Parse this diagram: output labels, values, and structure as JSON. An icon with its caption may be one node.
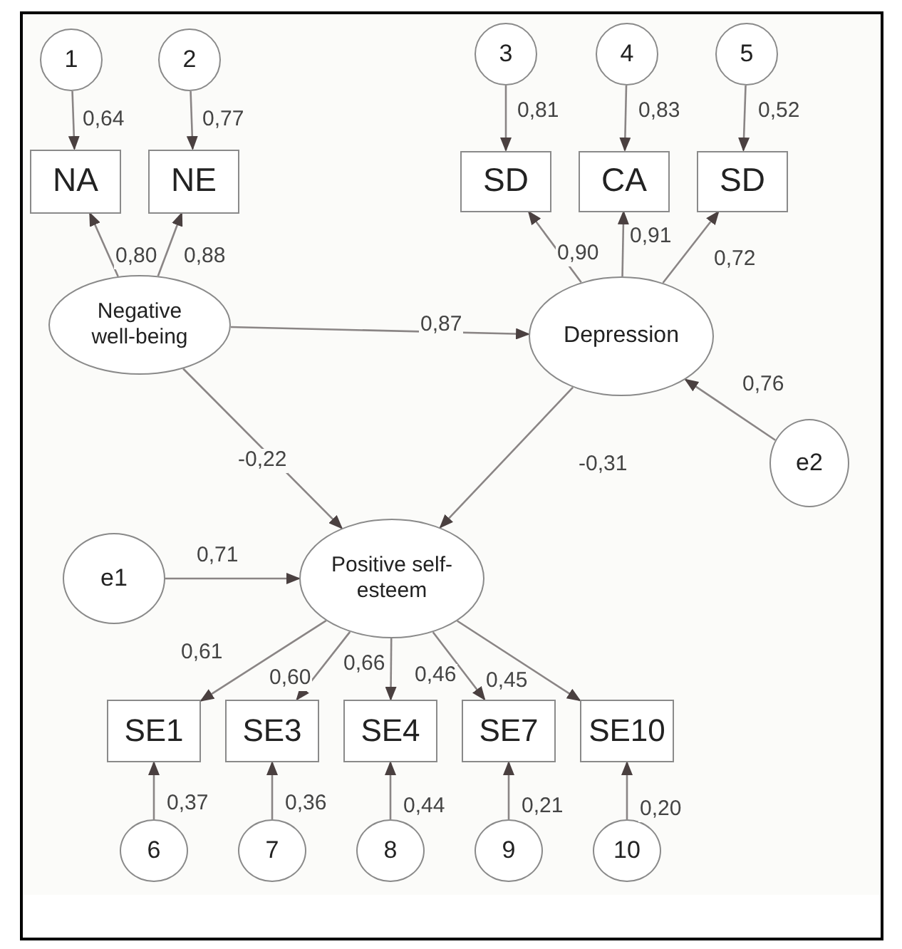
{
  "diagram": {
    "nodes": [
      {
        "text": [
          "1"
        ]
      },
      {
        "text": [
          "2"
        ]
      },
      {
        "text": [
          "NA"
        ]
      },
      {
        "text": [
          "NE"
        ]
      },
      {
        "text": [
          "Negative well-being"
        ]
      },
      {
        "text": [
          "3"
        ]
      },
      {
        "text": [
          "4"
        ]
      },
      {
        "text": [
          "5"
        ]
      },
      {
        "text": [
          "SD"
        ]
      },
      {
        "text": [
          "CA"
        ]
      },
      {
        "text": [
          "SD"
        ]
      },
      {
        "text": [
          "Depression"
        ]
      },
      {
        "text": [
          "e2"
        ]
      },
      {
        "text": [
          "e1"
        ]
      },
      {
        "text": [
          "Positive self-esteem"
        ]
      },
      {
        "text": [
          "SE1"
        ]
      },
      {
        "text": [
          "SE3"
        ]
      },
      {
        "text": [
          "SE4"
        ]
      },
      {
        "text": [
          "SE7"
        ]
      },
      {
        "text": [
          "SE10"
        ]
      },
      {
        "text": [
          "6"
        ]
      },
      {
        "text": [
          "7"
        ]
      },
      {
        "text": [
          "8"
        ]
      },
      {
        "text": [
          "9"
        ]
      },
      {
        "text": [
          "10"
        ]
      }
    ],
    "edges": [
      {
        "from": 0,
        "to": 2,
        "arrow": "to",
        "label": "0,64"
      },
      {
        "from": 1,
        "to": 3,
        "arrow": "to",
        "label": "0,77"
      },
      {
        "from": 4,
        "to": 2,
        "arrow": "to",
        "label": "0,80"
      },
      {
        "from": 4,
        "to": 3,
        "arrow": "to",
        "label": "0,88"
      },
      {
        "from": 4,
        "to": 11,
        "arrow": "to",
        "label": "0,87"
      },
      {
        "from": 5,
        "to": 8,
        "arrow": "to",
        "label": "0,81"
      },
      {
        "from": 6,
        "to": 9,
        "arrow": "to",
        "label": "0,83"
      },
      {
        "from": 7,
        "to": 10,
        "arrow": "to",
        "label": "0,52"
      },
      {
        "from": 11,
        "to": 8,
        "arrow": "to",
        "label": "0,90"
      },
      {
        "from": 11,
        "to": 9,
        "arrow": "to",
        "label": "0,91"
      },
      {
        "from": 11,
        "to": 10,
        "arrow": "to",
        "label": "0,72"
      },
      {
        "from": 12,
        "to": 11,
        "arrow": "to",
        "label": "0,76"
      },
      {
        "from": 4,
        "to": 14,
        "arrow": "to",
        "label": "-0,22"
      },
      {
        "from": 11,
        "to": 14,
        "arrow": "to",
        "label": "-0,31"
      },
      {
        "from": 13,
        "to": 14,
        "arrow": "to",
        "label": "0,71"
      },
      {
        "from": 14,
        "to": 15,
        "arrow": "to",
        "label": "0,61"
      },
      {
        "from": 14,
        "to": 16,
        "arrow": "to",
        "label": "0,60"
      },
      {
        "from": 14,
        "to": 17,
        "arrow": "to",
        "label": "0,66"
      },
      {
        "from": 14,
        "to": 18,
        "arrow": "to",
        "label": "0,46"
      },
      {
        "from": 14,
        "to": 19,
        "arrow": "to",
        "label": "0,45"
      },
      {
        "from": 20,
        "to": 15,
        "arrow": "to",
        "label": "0,37"
      },
      {
        "from": 21,
        "to": 16,
        "arrow": "to",
        "label": "0,36"
      },
      {
        "from": 22,
        "to": 17,
        "arrow": "to",
        "label": "0,44"
      },
      {
        "from": 23,
        "to": 18,
        "arrow": "to",
        "label": "0,21"
      },
      {
        "from": 24,
        "to": 19,
        "arrow": "to",
        "label": "0,20"
      }
    ]
  }
}
